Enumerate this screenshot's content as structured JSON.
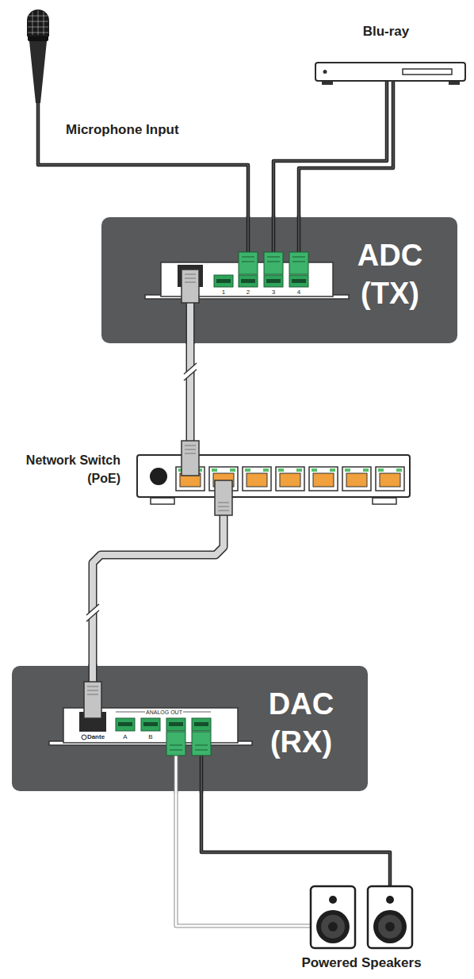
{
  "diagram": {
    "nodes": [
      {
        "text": [
          "Microphone Input"
        ]
      },
      {
        "text": [
          "Blu-ray"
        ]
      },
      {
        "text": [
          "ADC (TX)"
        ]
      },
      {
        "text": [
          "Network Switch (PoE)"
        ]
      },
      {
        "text": [
          "DAC (RX)"
        ]
      },
      {
        "text": [
          "Powered Speakers"
        ]
      }
    ],
    "edges": [
      {
        "from": 0,
        "to": 2,
        "arrow": "none"
      },
      {
        "from": 1,
        "to": 2,
        "arrow": "none"
      },
      {
        "from": 1,
        "to": 2,
        "arrow": "none"
      },
      {
        "from": 2,
        "to": 3,
        "arrow": "none"
      },
      {
        "from": 3,
        "to": 4,
        "arrow": "none"
      },
      {
        "from": 4,
        "to": 5,
        "arrow": "none"
      },
      {
        "from": 4,
        "to": 5,
        "arrow": "none"
      }
    ],
    "labels": [
      "1",
      "2",
      "3",
      "4",
      "ANALOG OUT",
      "A",
      "B",
      "Dante"
    ]
  }
}
